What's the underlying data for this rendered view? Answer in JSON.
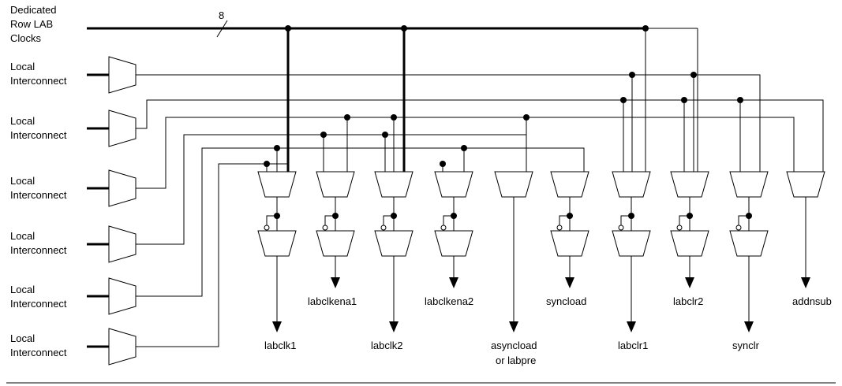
{
  "clock_source": {
    "label_lines": [
      "Dedicated",
      "Row LAB",
      "Clocks"
    ],
    "bus_width": "8"
  },
  "inputs": [
    {
      "label_lines": [
        "Local",
        "Interconnect"
      ]
    },
    {
      "label_lines": [
        "Local",
        "Interconnect"
      ]
    },
    {
      "label_lines": [
        "Local",
        "Interconnect"
      ]
    },
    {
      "label_lines": [
        "Local",
        "Interconnect"
      ]
    },
    {
      "label_lines": [
        "Local",
        "Interconnect"
      ]
    },
    {
      "label_lines": [
        "Local",
        "Interconnect"
      ]
    }
  ],
  "outputs": [
    {
      "label_lines": [
        "labclk1"
      ]
    },
    {
      "label_lines": [
        "labclkena1"
      ]
    },
    {
      "label_lines": [
        "labclk2"
      ]
    },
    {
      "label_lines": [
        "labclkena2"
      ]
    },
    {
      "label_lines": [
        "asyncload",
        "or labpre"
      ]
    },
    {
      "label_lines": [
        "syncload"
      ]
    },
    {
      "label_lines": [
        "labclr1"
      ]
    },
    {
      "label_lines": [
        "labclr2"
      ]
    },
    {
      "label_lines": [
        "synclr"
      ]
    },
    {
      "label_lines": [
        "addnsub"
      ]
    }
  ]
}
